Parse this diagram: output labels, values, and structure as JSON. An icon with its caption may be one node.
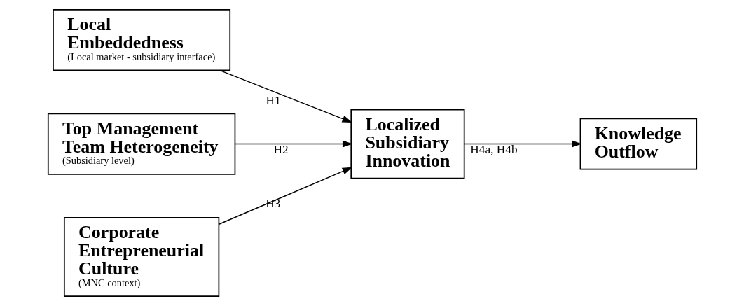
{
  "diagram": {
    "nodes": [
      {
        "text": [
          "Local Embeddedness",
          "(Local market - subsidiary interface)"
        ]
      },
      {
        "text": [
          "Top Management Team Heterogeneity",
          "(Subsidiary level)"
        ]
      },
      {
        "text": [
          "Corporate Entrepreneurial Culture",
          "(MNC context)"
        ]
      },
      {
        "text": [
          "Localized Subsidiary Innovation"
        ]
      },
      {
        "text": [
          "Knowledge Outflow"
        ]
      }
    ],
    "edges": [
      {
        "from": 0,
        "to": 3,
        "arrow": "to",
        "label": "H1"
      },
      {
        "from": 1,
        "to": 3,
        "arrow": "to",
        "label": "H2"
      },
      {
        "from": 2,
        "to": 3,
        "arrow": "to",
        "label": "H3"
      },
      {
        "from": 3,
        "to": 4,
        "arrow": "to",
        "label": "H4a, H4b"
      }
    ]
  }
}
